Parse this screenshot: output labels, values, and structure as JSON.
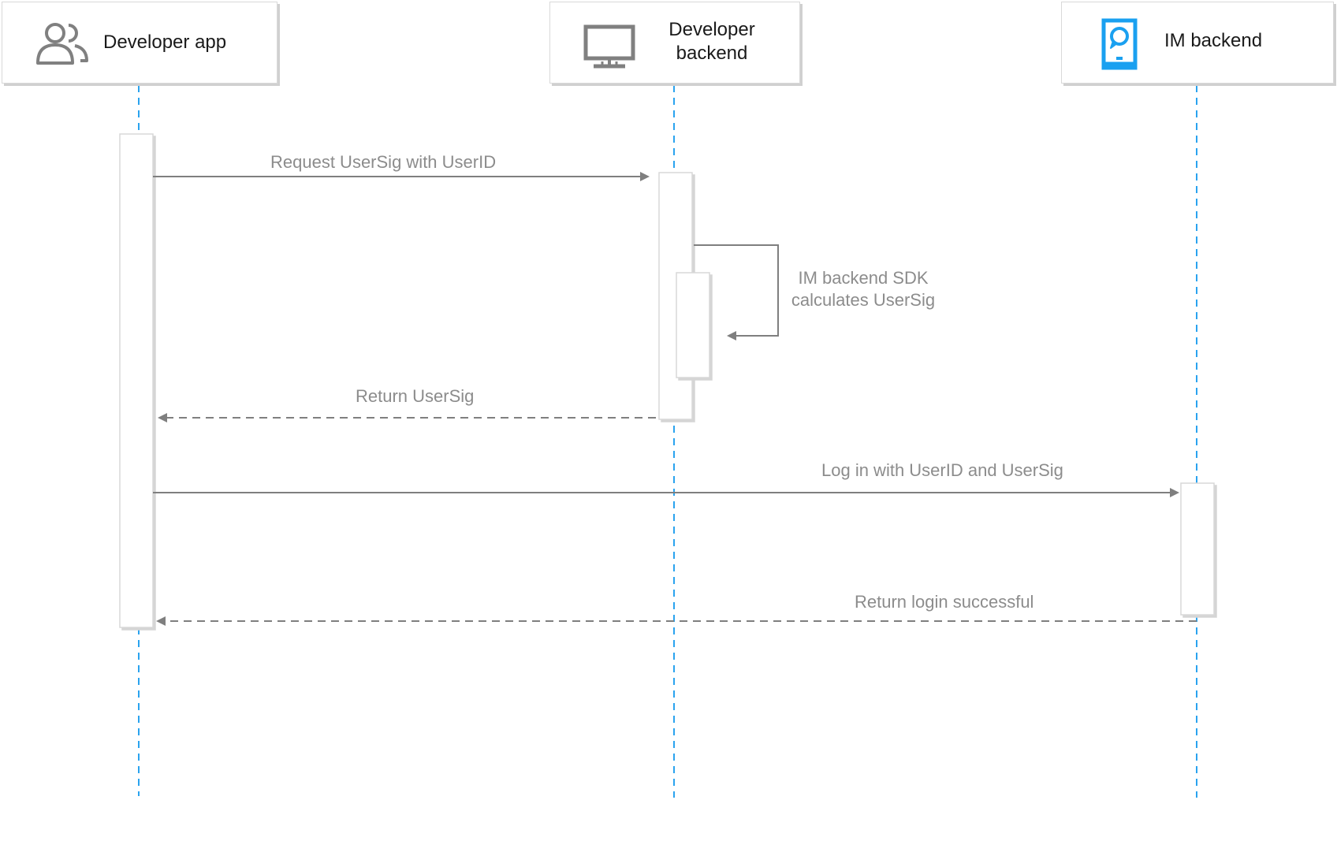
{
  "participants": [
    {
      "id": "app",
      "label": "Developer app",
      "icon": "users-icon"
    },
    {
      "id": "dev_backend",
      "label": "Developer\nbackend",
      "icon": "monitor-icon"
    },
    {
      "id": "im_backend",
      "label": "IM backend",
      "icon": "chat-phone-icon"
    }
  ],
  "messages": [
    {
      "id": "request",
      "label": "Request UserSig with UserID",
      "from": "app",
      "to": "dev_backend",
      "style": "solid"
    },
    {
      "id": "calc",
      "label": "IM backend SDK\ncalculates UserSig",
      "from": "dev_backend",
      "to": "dev_backend",
      "style": "solid"
    },
    {
      "id": "return_sig",
      "label": "Return UserSig",
      "from": "dev_backend",
      "to": "app",
      "style": "dashed"
    },
    {
      "id": "login",
      "label": "Log in with UserID and UserSig",
      "from": "app",
      "to": "im_backend",
      "style": "solid"
    },
    {
      "id": "return_login",
      "label": "Return login successful",
      "from": "im_backend",
      "to": "app",
      "style": "dashed"
    }
  ],
  "colors": {
    "lifeline": "#2aa3ef",
    "arrow": "#7f7f7f",
    "accent_icon": "#1aa0f0",
    "neutral_icon": "#808080"
  }
}
